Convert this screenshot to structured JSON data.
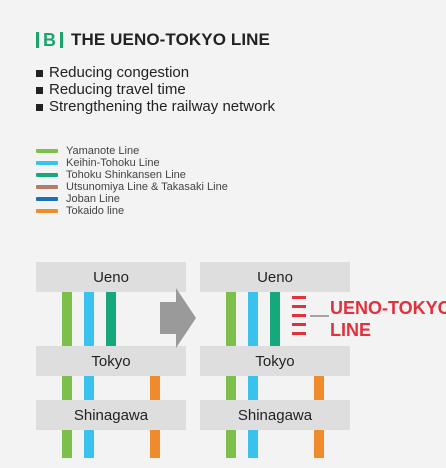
{
  "header": {
    "tag": "B",
    "title": "THE UENO-TOKYO LINE"
  },
  "bullets": [
    "Reducing congestion",
    "Reducing travel time",
    "Strengthening the railway network"
  ],
  "legend": [
    {
      "label": "Yamanote Line",
      "color": "#7cc04b"
    },
    {
      "label": "Keihin-Tohoku Line",
      "color": "#39c2ee"
    },
    {
      "label": "Tohoku Shinkansen Line",
      "color": "#16a77c"
    },
    {
      "label": "Utsunomiya Line & Takasaki Line",
      "color": "#b07f6a"
    },
    {
      "label": "Joban Line",
      "color": "#1a6fb8"
    },
    {
      "label": "Tokaido line",
      "color": "#f08b2c"
    }
  ],
  "stations": [
    "Ueno",
    "Tokyo",
    "Shinagawa"
  ],
  "callout": {
    "line1": "UENO-TOKYO",
    "line2": "LINE",
    "color": "#e0313c"
  }
}
